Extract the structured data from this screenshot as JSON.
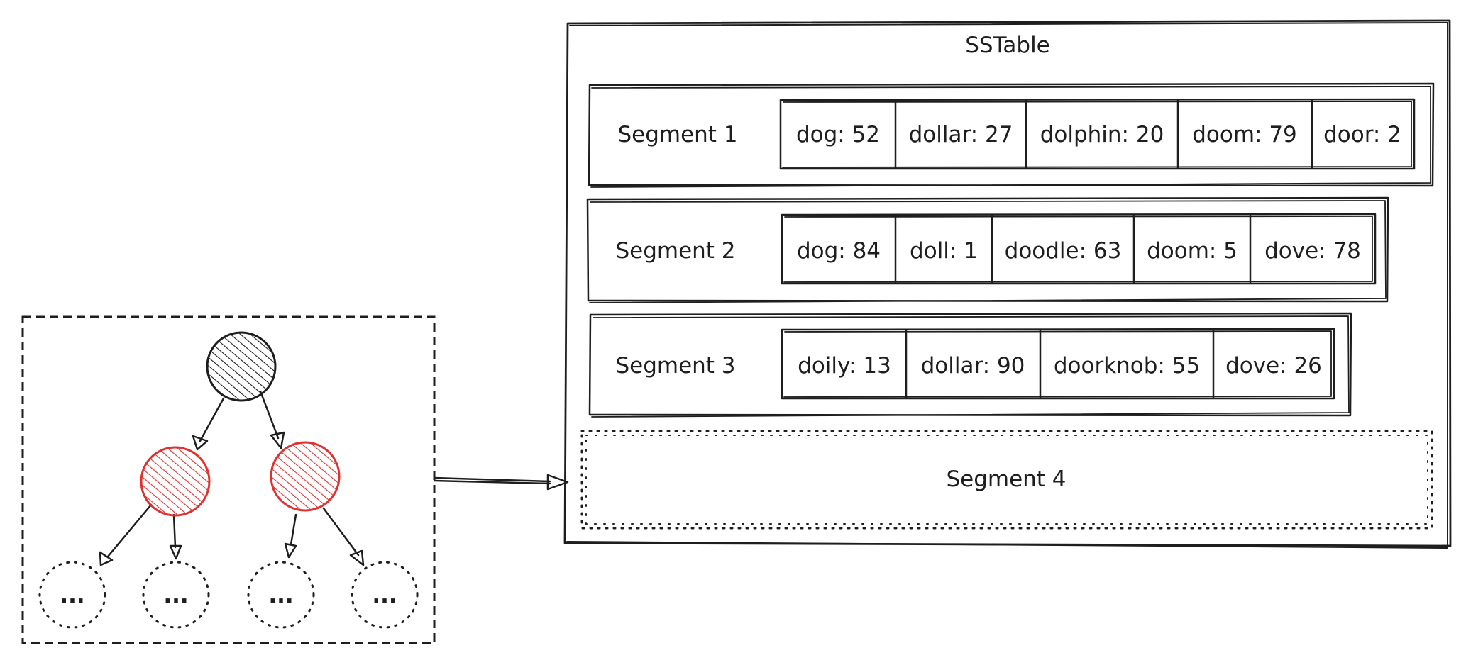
{
  "sstable": {
    "title": "SSTable",
    "segments": [
      {
        "label": "Segment 1",
        "entries": [
          "dog: 52",
          "dollar: 27",
          "dolphin: 20",
          "doom: 79",
          "door: 2"
        ]
      },
      {
        "label": "Segment 2",
        "entries": [
          "dog: 84",
          "doll: 1",
          "doodle: 63",
          "doom: 5",
          "dove: 78"
        ]
      },
      {
        "label": "Segment 3",
        "entries": [
          "doily: 13",
          "dollar: 90",
          "doorknob: 55",
          "dove: 26"
        ]
      },
      {
        "label": "Segment 4",
        "entries": []
      }
    ]
  },
  "tree": {
    "root_color": "#1e1e1e",
    "child_color": "#e03131",
    "leaf_label": "..."
  }
}
